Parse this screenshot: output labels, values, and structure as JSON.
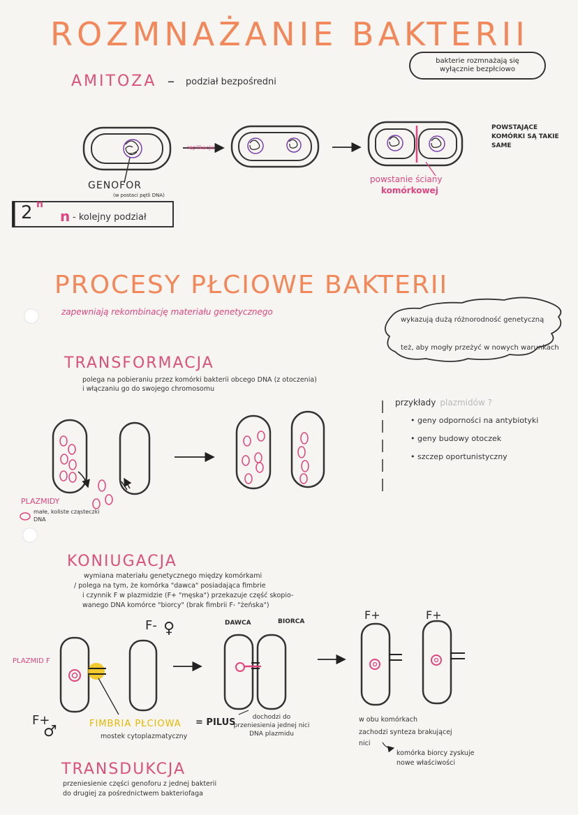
{
  "title1": "ROZMNAŻANIE BAKTERII",
  "amitoza": {
    "label": "AMITOZA",
    "dash": "–",
    "desc": "podział bezpośredni"
  },
  "cloud1": "bakterie rozmnażają się wyłącznie bezpłciowo",
  "replikacja": "replikacja",
  "genofor": "GENOFOR",
  "genofor_sub": "(w postaci pętli DNA)",
  "formula": {
    "base": "2",
    "exp": "n",
    "n": "n",
    "desc": "- kolejny podział"
  },
  "powstajace": "POWSTAJĄCE KOMÓRKI SĄ TAKIE SAME",
  "sciana": {
    "line1": "powstanie ściany",
    "line2": "komórkowej"
  },
  "title2": "PROCESY PŁCIOWE BAKTERII",
  "subtitle2": "zapewniają rekombinację materiału genetycznego",
  "bullets_right": [
    "wykazują dużą różnorodność genetyczną",
    "też, aby mogły przeżyć w nowych warunkach"
  ],
  "transformacja": {
    "title": "TRANSFORMACJA",
    "desc": "polega na pobieraniu przez komórki bakterii obcego DNA (z otoczenia) i włączaniu go do swojego chromosomu"
  },
  "przyklady": {
    "label": "przykłady",
    "faded": "plazmidów ?",
    "items": [
      "• geny odporności na antybiotyki",
      "• geny budowy otoczek",
      "• szczep oportunistyczny"
    ]
  },
  "plazmidy": {
    "label": "PLAZMIDY",
    "desc": "małe, koliste cząsteczki DNA"
  },
  "koniugacja": {
    "title": "KONIUGACJA",
    "desc1": "wymiana materiału genetycznego między komórkami",
    "desc2": "/ polega na tym, że komórka \"dawca\" posiadająca fimbrie",
    "desc3": "i czynnik F w plazmidzie (F+ \"męska\") przekazuje część skopio-",
    "desc4": "wanego DNA komórce \"biorcy\" (brak fimbrii F- \"żeńska\")"
  },
  "fminus": "F-",
  "female": "♀",
  "fplus_left": "F+",
  "male": "♂",
  "dawca": "DAWCA",
  "biorca": "BIORCA",
  "fplus1": "F+",
  "fplus2": "F+",
  "plazmid_f": "PLAZMID F",
  "fimbria": "FIMBRIA PŁCIOWA",
  "pilus": "= PILUS",
  "mostek": "mostek cytoplazmatyczny",
  "pilus_desc": "dochodzi do przeniesienia jednej nici DNA plazmidu",
  "synteza": {
    "line1": "w obu komórkach",
    "line2": "zachodzi synteza brakującej",
    "line3": "nici",
    "line4": "komórka biorcy zyskuje",
    "line5": "nowe właściwości"
  },
  "transdukcja": {
    "title": "TRANSDUKCJA",
    "desc1": "przeniesienie części genoforu z jednej bakterii",
    "desc2": "do drugiej za pośrednictwem bakteriofaga"
  },
  "colors": {
    "heading_orange": "#f2875a",
    "pink": "#e0457f",
    "yellow": "#f2c20a"
  }
}
